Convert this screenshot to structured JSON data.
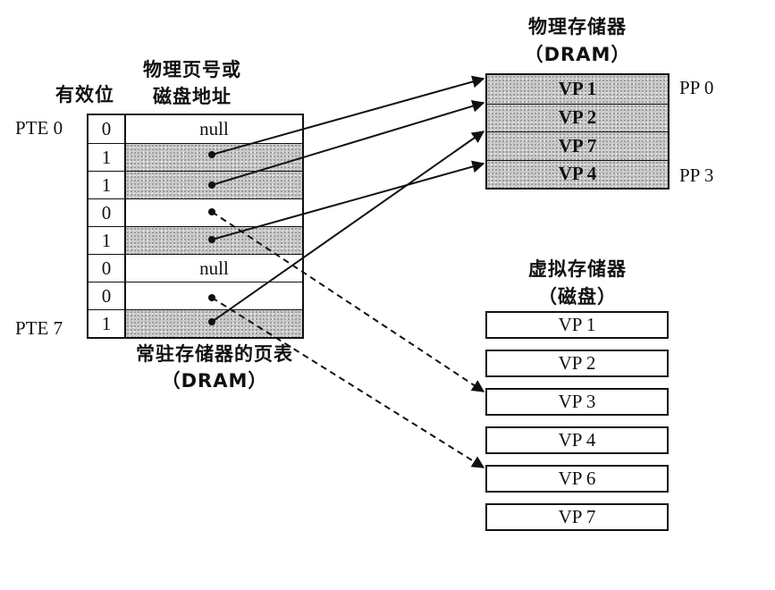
{
  "page_table": {
    "header_valid": "有效位",
    "header_addr_line1": "物理页号或",
    "header_addr_line2": "磁盘地址",
    "label_first": "PTE 0",
    "label_last": "PTE 7",
    "caption_line1": "常驻存储器的页表",
    "caption_line2": "（DRAM）",
    "rows": [
      {
        "valid": "0",
        "addr": "null",
        "kind": "null"
      },
      {
        "valid": "1",
        "addr": "",
        "kind": "physical",
        "target": "VP 1"
      },
      {
        "valid": "1",
        "addr": "",
        "kind": "physical",
        "target": "VP 2"
      },
      {
        "valid": "0",
        "addr": "",
        "kind": "disk",
        "target": "VP 3"
      },
      {
        "valid": "1",
        "addr": "",
        "kind": "physical",
        "target": "VP 4"
      },
      {
        "valid": "0",
        "addr": "null",
        "kind": "null"
      },
      {
        "valid": "0",
        "addr": "",
        "kind": "disk",
        "target": "VP 6"
      },
      {
        "valid": "1",
        "addr": "",
        "kind": "physical",
        "target": "VP 7"
      }
    ]
  },
  "physical_memory": {
    "title_line1": "物理存储器",
    "title_line2": "（DRAM）",
    "pages": [
      "VP 1",
      "VP 2",
      "VP 7",
      "VP 4"
    ],
    "label_first": "PP 0",
    "label_last": "PP 3"
  },
  "virtual_memory": {
    "title_line1": "虚拟存储器",
    "title_line2": "（磁盘）",
    "pages": [
      "VP 1",
      "VP 2",
      "VP 3",
      "VP 4",
      "VP 6",
      "VP 7"
    ]
  },
  "colors": {
    "line": "#111111",
    "shade": "#c9c9c9",
    "background": "#ffffff"
  }
}
